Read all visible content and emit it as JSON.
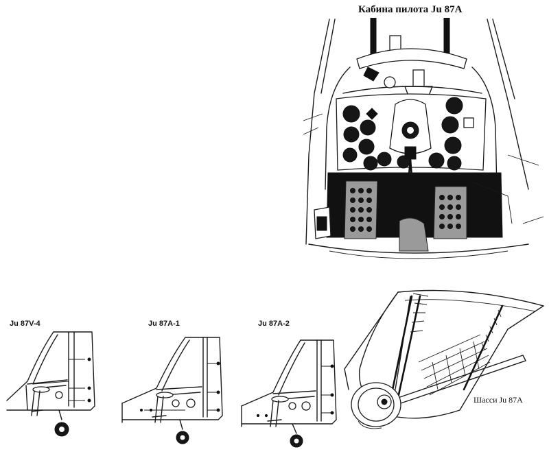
{
  "captions": {
    "cockpit_title": "Кабина пилота Ju 87A",
    "tail_v4": "Ju 87V-4",
    "tail_a1": "Ju 87A-1",
    "tail_a2": "Ju 87A-2",
    "gear": "Шасси Ju 87A"
  }
}
